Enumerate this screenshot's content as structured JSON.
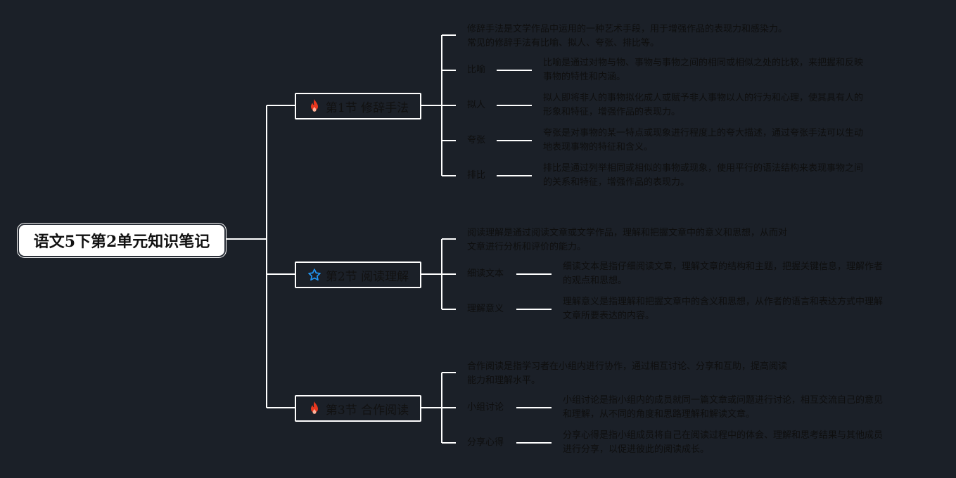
{
  "root": {
    "title": "语文5下第2单元知识笔记"
  },
  "sections": [
    {
      "title": "第1节 修辞手法",
      "icon": "fire-icon",
      "icon_color": "#e8381f",
      "desc": "修辞手法是文学作品中运用的一种艺术手段，用于增强作品的表现力和感染力。\n常见的修辞手法有比喻、拟人、夸张、排比等。",
      "items": [
        {
          "label": "比喻",
          "desc": "比喻是通过对物与物、事物与事物之间的相同或相似之处的比较，来把握和反映\n事物的特性和内涵。"
        },
        {
          "label": "拟人",
          "desc": "拟人即将非人的事物拟化成人或赋予非人事物以人的行为和心理，使其具有人的\n形象和特征，增强作品的表现力。"
        },
        {
          "label": "夸张",
          "desc": "夸张是对事物的某一特点或现象进行程度上的夸大描述，通过夸张手法可以生动\n地表现事物的特征和含义。"
        },
        {
          "label": "排比",
          "desc": "排比是通过列举相同或相似的事物或现象，使用平行的语法结构来表现事物之间\n的关系和特征，增强作品的表现力。"
        }
      ]
    },
    {
      "title": "第2节 阅读理解",
      "icon": "star-icon",
      "icon_color": "#2196f3",
      "desc": "阅读理解是通过阅读文章或文学作品，理解和把握文章中的意义和思想，从而对\n文章进行分析和评价的能力。",
      "items": [
        {
          "label": "细读文本",
          "desc": "细读文本是指仔细阅读文章，理解文章的结构和主题，把握关键信息，理解作者\n的观点和思想。"
        },
        {
          "label": "理解意义",
          "desc": "理解意义是指理解和把握文章中的含义和思想，从作者的语言和表达方式中理解\n文章所要表达的内容。"
        }
      ]
    },
    {
      "title": "第3节 合作阅读",
      "icon": "fire-icon",
      "icon_color": "#e8381f",
      "desc": "合作阅读是指学习者在小组内进行协作，通过相互讨论、分享和互助，提高阅读\n能力和理解水平。",
      "items": [
        {
          "label": "小组讨论",
          "desc": "小组讨论是指小组内的成员就同一篇文章或问题进行讨论，相互交流自己的意见\n和理解，从不同的角度和思路理解和解读文章。"
        },
        {
          "label": "分享心得",
          "desc": "分享心得是指小组成员将自己在阅读过程中的体会、理解和思考结果与其他成员\n进行分享，以促进彼此的阅读成长。"
        }
      ]
    }
  ]
}
